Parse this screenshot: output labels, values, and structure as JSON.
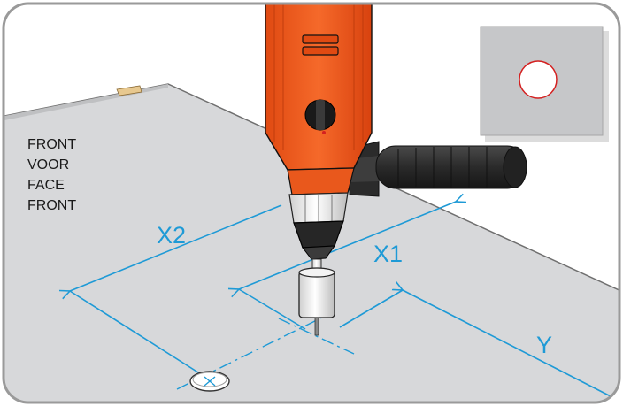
{
  "labels": {
    "front_lines": [
      "FRONT",
      "VOOR",
      "FACE",
      "FRONT"
    ],
    "x1": "X1",
    "x2": "X2",
    "y": "Y"
  },
  "icons": {
    "drill": "power-drill-icon",
    "hole_preview": "hole-preview-icon",
    "hole_mark": "hole-mark-icon"
  },
  "colors": {
    "drill_body": "#f05a1e",
    "dimension_lines": "#1e9ad6",
    "panel_surface": "#d7d8da",
    "hole_outline": "#d42020"
  }
}
